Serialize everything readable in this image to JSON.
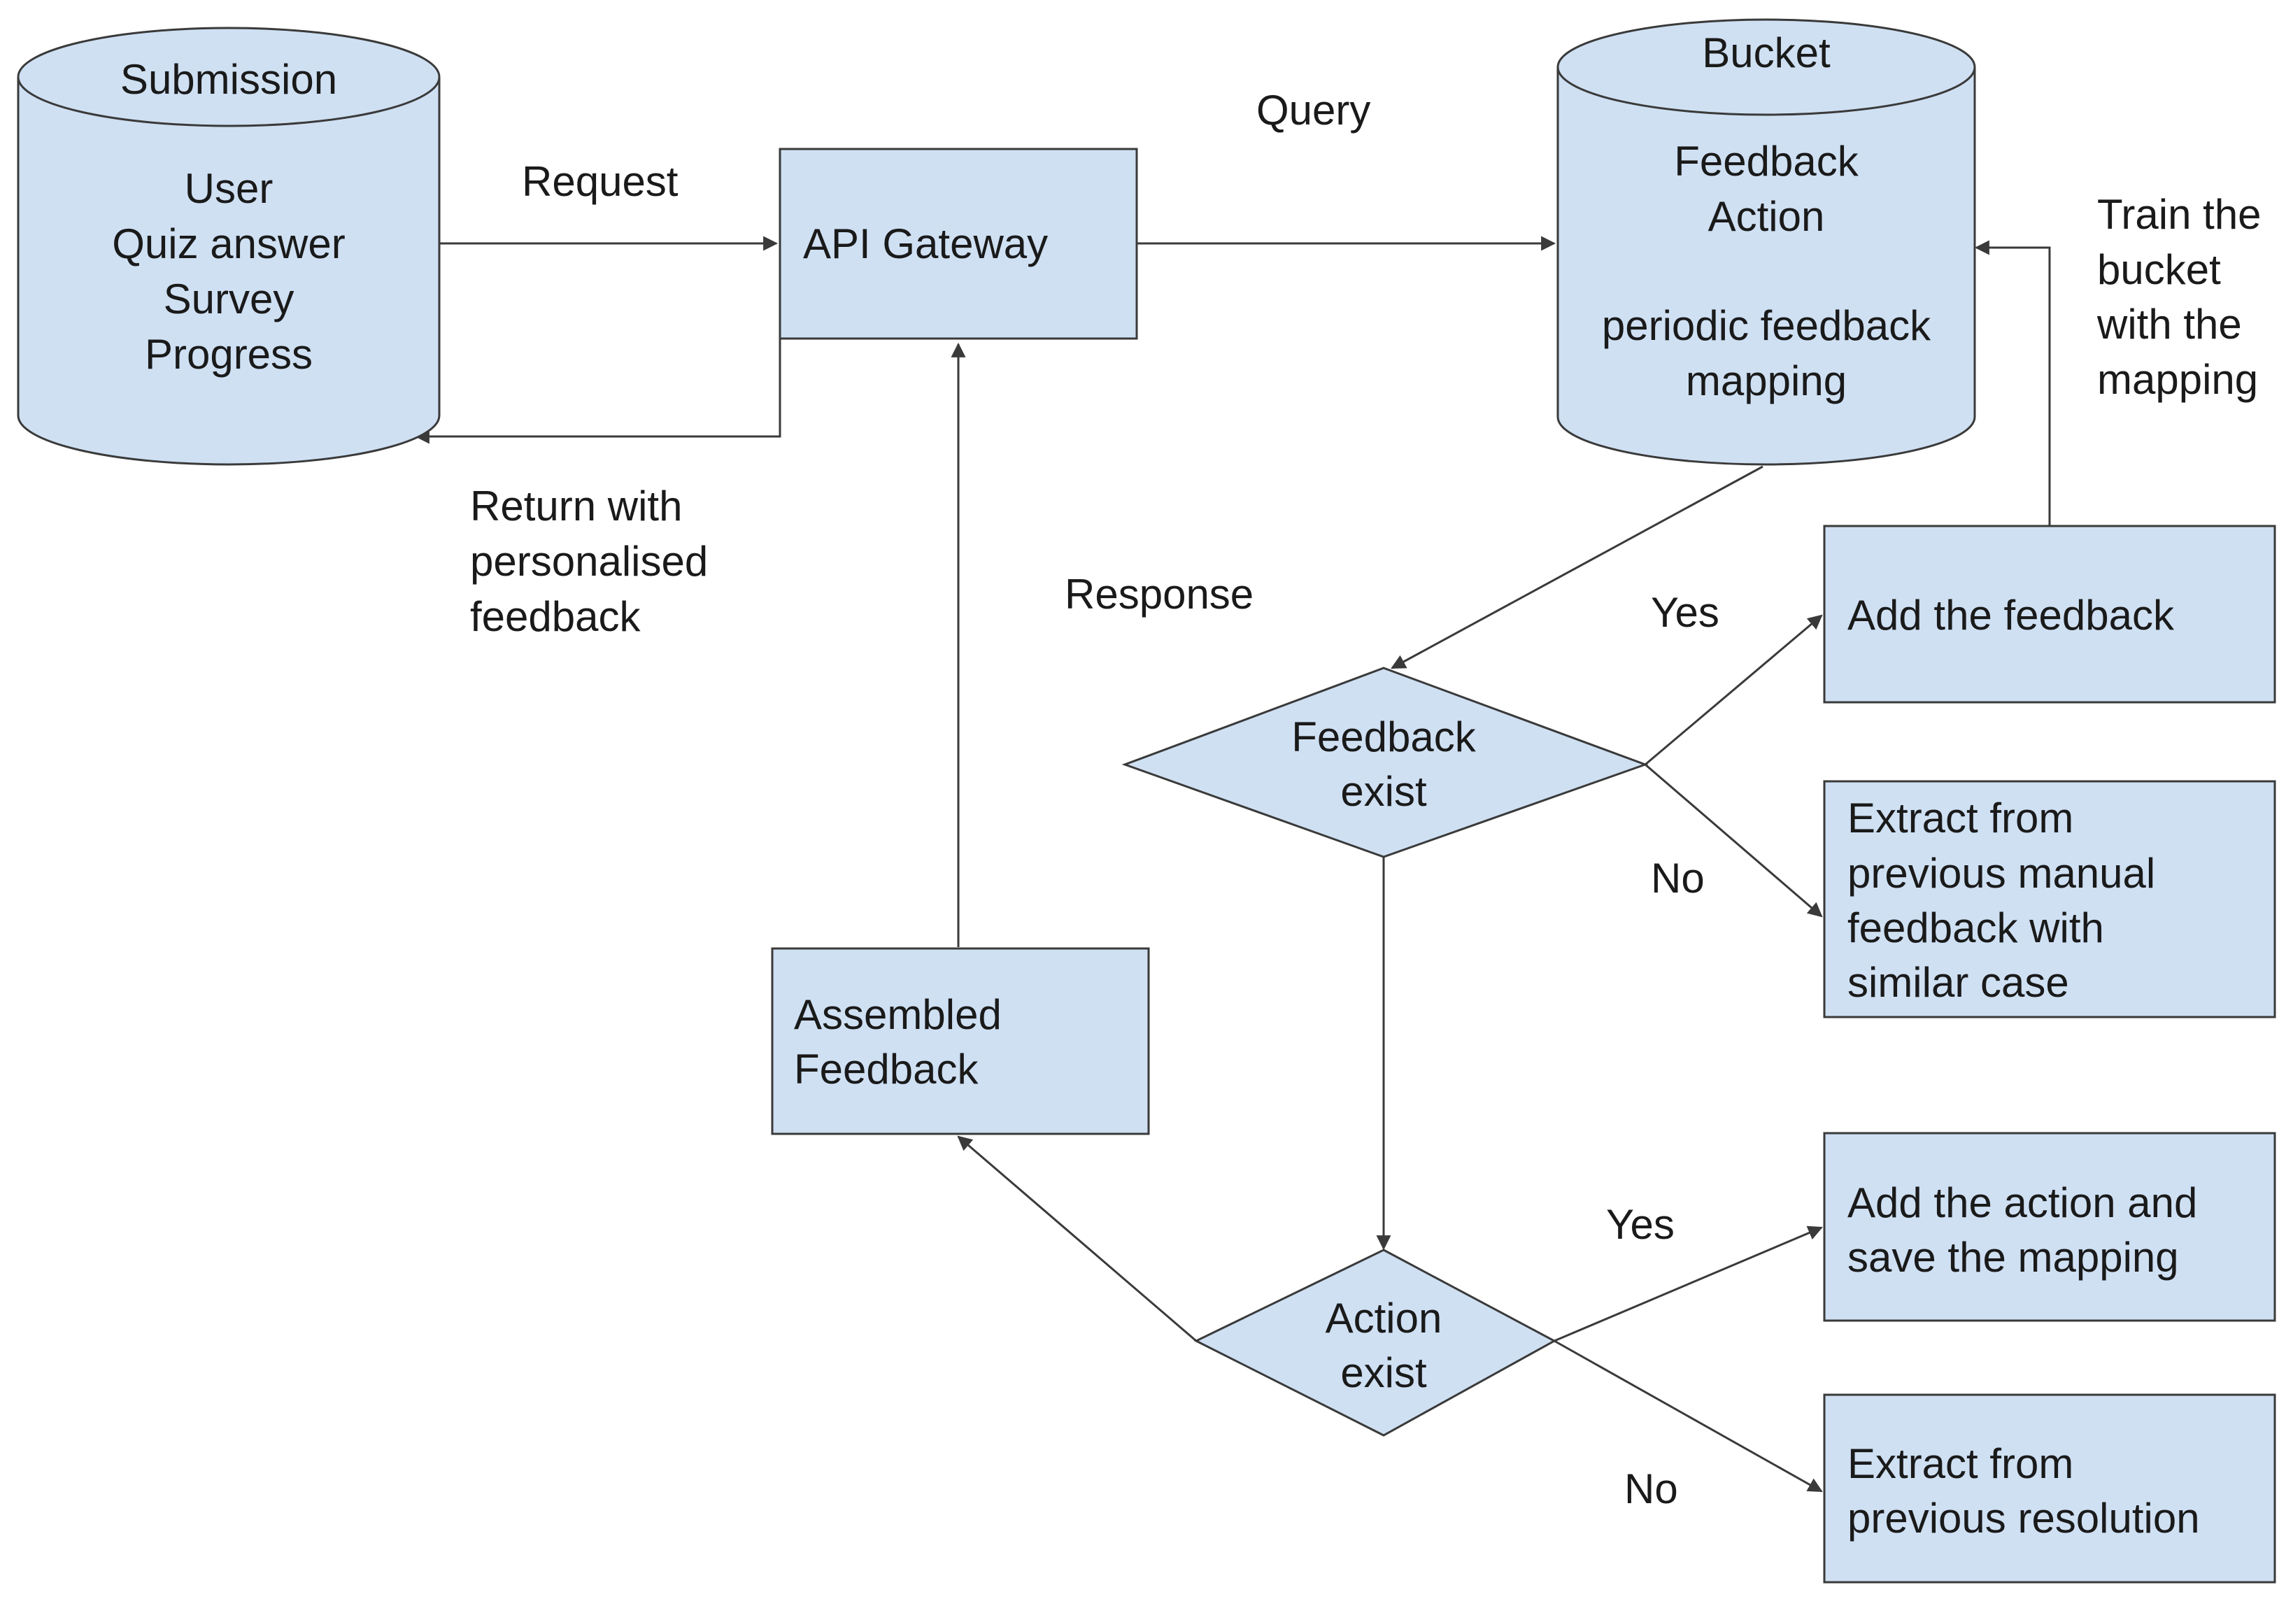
{
  "nodes": {
    "submission": {
      "title": "Submission",
      "lines": [
        "User",
        "Quiz answer",
        "Survey",
        "Progress"
      ]
    },
    "api_gateway": {
      "label": "API Gateway"
    },
    "bucket": {
      "title": "Bucket",
      "lines": [
        "Feedback",
        "Action",
        "periodic feedback",
        "mapping"
      ]
    },
    "feedback_exist": {
      "lines": [
        "Feedback",
        "exist"
      ]
    },
    "action_exist": {
      "lines": [
        "Action",
        "exist"
      ]
    },
    "add_feedback": {
      "lines": [
        "Add the feedback"
      ]
    },
    "extract_manual": {
      "lines": [
        "Extract from",
        "previous manual",
        "feedback with",
        "similar case"
      ]
    },
    "add_action": {
      "lines": [
        "Add the action and",
        "save the mapping"
      ]
    },
    "extract_resolution": {
      "lines": [
        "Extract from",
        "previous resolution"
      ]
    },
    "assembled_feedback": {
      "lines": [
        "Assembled",
        "Feedback"
      ]
    }
  },
  "edge_labels": {
    "request": "Request",
    "return": [
      "Return with",
      "personalised",
      "feedback"
    ],
    "query": "Query",
    "response": "Response",
    "train": [
      "Train the",
      "bucket",
      "with the",
      "mapping"
    ],
    "feedback_yes": "Yes",
    "feedback_no": "No",
    "action_yes": "Yes",
    "action_no": "No"
  },
  "colors": {
    "node_fill": "#cfe0f3",
    "stroke": "#3a3a3a",
    "text": "#1a1a1a"
  }
}
